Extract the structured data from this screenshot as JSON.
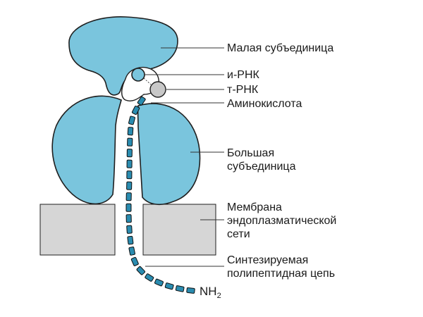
{
  "colors": {
    "ribosome_fill": "#7ac5dd",
    "ribosome_stroke": "#1f1f1f",
    "membrane_fill": "#d6d6d6",
    "peptide_bead": "#2a8cb0",
    "trna_fill": "#c8c8c8",
    "leader_line": "#333333"
  },
  "labels": {
    "small_subunit": "Малая субъединица",
    "mrna": "и-РНК",
    "trna": "т-РНК",
    "amino_acid": "Аминокислота",
    "large_subunit_1": "Большая",
    "large_subunit_2": "субъединица",
    "membrane_1": "Мембрана",
    "membrane_2": "эндоплазматической",
    "membrane_3": "сети",
    "polypeptide_1": "Синтезируемая",
    "polypeptide_2": "полипептидная цепь",
    "nh2_main": "NH",
    "nh2_sub": "2"
  }
}
